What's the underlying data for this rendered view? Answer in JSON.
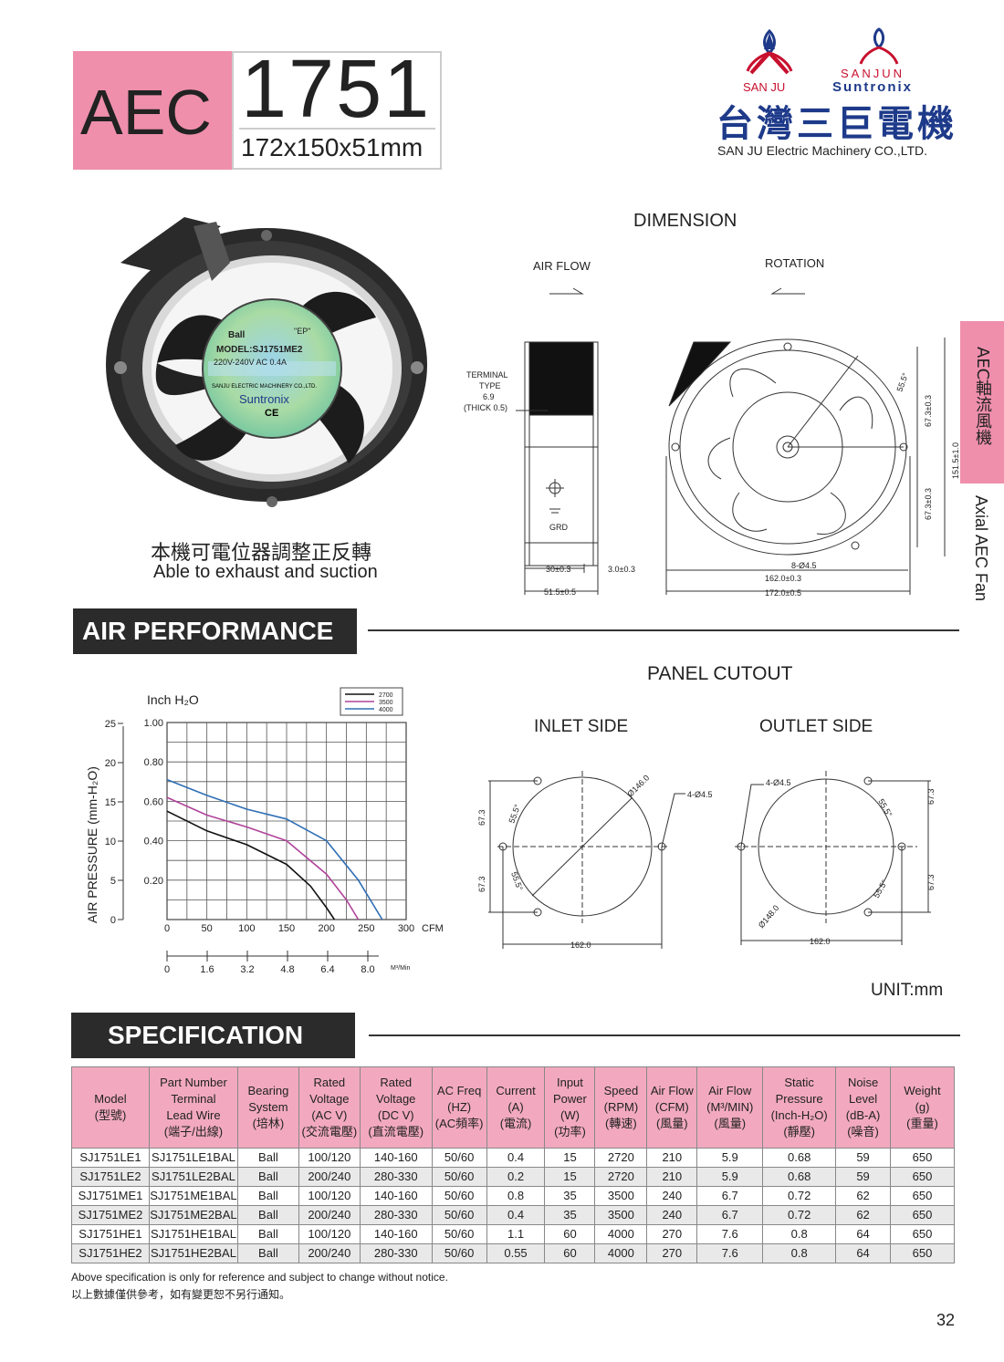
{
  "header": {
    "series": "AEC",
    "model": "1751",
    "dimensions": "172x150x51mm",
    "brand_cn": "台灣三巨電機",
    "brand_en": "SAN JU Electric  Machinery CO.,LTD.",
    "logo_sanju": "SAN JU",
    "logo_sanjun": "SANJUN",
    "logo_suntronix": "Suntronix"
  },
  "side_tab": {
    "cn": "AEC軸流風機",
    "en": "Axial AEC Fan"
  },
  "product": {
    "caption_cn": "本機可電位器調整正反轉",
    "caption_en": "Able to exhaust and suction",
    "label_ball": "Ball",
    "label_ep": "\"EP\"",
    "label_model": "MODEL:SJ1751ME2",
    "label_rating": "220V-240V   AC   0.4A",
    "label_company": "SANJU ELECTRIC MACHINERY CO.,LTD.",
    "label_brand": "Suntronix"
  },
  "dimension": {
    "title": "DIMENSION",
    "airflow": "AIR FLOW",
    "rotation": "ROTATION",
    "terminal": [
      "TERMINAL",
      "TYPE",
      "6.9",
      "(THICK 0.5)"
    ],
    "grd": "GRD",
    "side_dims": [
      "30±0.3",
      "3.0±0.3",
      "51.5±0.5"
    ],
    "front_dims": [
      "55.5°",
      "67.3±0.3",
      "67.3±0.3",
      "151.5±1.0",
      "8-Ø4.5",
      "162.0±0.3",
      "172.0±0.5"
    ]
  },
  "air_performance": {
    "title": "AIR PERFORMANCE"
  },
  "panel_cutout": {
    "title": "PANEL CUTOUT",
    "inlet": "INLET SIDE",
    "outlet": "OUTLET SIDE",
    "inlet_dims": [
      "Ø146.0",
      "4-Ø4.5",
      "55.5°",
      "55.5°",
      "67.3",
      "67.3",
      "162.0"
    ],
    "outlet_dims": [
      "4-Ø4.5",
      "55.5°",
      "55.5°",
      "67.3",
      "67.3",
      "Ø148.0",
      "162.0"
    ],
    "unit": "UNIT:mm"
  },
  "chart_data": {
    "type": "line",
    "ylabel": "AIR PRESSURE   (mm-H₂O)",
    "ylabel2": "Inch H₂O",
    "xlabel": "CFM",
    "xlabel2": "M³/Min",
    "xlim": [
      0,
      300
    ],
    "ylim": [
      0,
      1.0
    ],
    "x_ticks": [
      0,
      50,
      100,
      150,
      200,
      250,
      300
    ],
    "x2_ticks": [
      "0",
      "1.6",
      "3.2",
      "4.8",
      "6.4",
      "8.0"
    ],
    "y_ticks_inch": [
      "0.20",
      "0.40",
      "0.60",
      "0.80",
      "1.00"
    ],
    "y_ticks_mm": [
      "0",
      "5",
      "10",
      "15",
      "20",
      "25"
    ],
    "grid": true,
    "legend_position": "top-right",
    "series": [
      {
        "name": "2700",
        "color": "#111111",
        "x": [
          0,
          50,
          100,
          150,
          180,
          200,
          210
        ],
        "y": [
          0.55,
          0.45,
          0.38,
          0.28,
          0.17,
          0.06,
          0.0
        ]
      },
      {
        "name": "3500",
        "color": "#b0439a",
        "x": [
          0,
          50,
          100,
          150,
          200,
          225,
          240
        ],
        "y": [
          0.62,
          0.53,
          0.47,
          0.4,
          0.23,
          0.1,
          0.0
        ]
      },
      {
        "name": "4000",
        "color": "#2f6fb5",
        "x": [
          0,
          50,
          100,
          150,
          200,
          240,
          270
        ],
        "y": [
          0.71,
          0.63,
          0.56,
          0.51,
          0.4,
          0.2,
          0.0
        ]
      }
    ]
  },
  "specification": {
    "title": "SPECIFICATION",
    "headers": [
      [
        "Model",
        "(型號)"
      ],
      [
        "Part Number",
        "Terminal",
        "Lead Wire",
        "(端子/出線)"
      ],
      [
        "Bearing",
        "System",
        "(培林)"
      ],
      [
        "Rated",
        "Voltage",
        "(AC V)",
        "(交流電壓)"
      ],
      [
        "Rated",
        "Voltage",
        "(DC V)",
        "(直流電壓)"
      ],
      [
        "AC Freq",
        "(HZ)",
        "(AC頻率)"
      ],
      [
        "Current",
        "(A)",
        "(電流)"
      ],
      [
        "Input",
        "Power",
        "(W)",
        "(功率)"
      ],
      [
        "Speed",
        "(RPM)",
        "(轉速)"
      ],
      [
        "Air Flow",
        "(CFM)",
        "(風量)"
      ],
      [
        "Air Flow",
        "(M³/MIN)",
        "(風量)"
      ],
      [
        "Static",
        "Pressure",
        "(Inch-H₂O)",
        "(靜壓)"
      ],
      [
        "Noise",
        "Level",
        "(dB-A)",
        "(噪音)"
      ],
      [
        "Weight",
        "(g)",
        "(重量)"
      ]
    ],
    "rows": [
      [
        "SJ1751LE1",
        "SJ1751LE1BAL",
        "Ball",
        "100/120",
        "140-160",
        "50/60",
        "0.4",
        "15",
        "2720",
        "210",
        "5.9",
        "0.68",
        "59",
        "650"
      ],
      [
        "SJ1751LE2",
        "SJ1751LE2BAL",
        "Ball",
        "200/240",
        "280-330",
        "50/60",
        "0.2",
        "15",
        "2720",
        "210",
        "5.9",
        "0.68",
        "59",
        "650"
      ],
      [
        "SJ1751ME1",
        "SJ1751ME1BAL",
        "Ball",
        "100/120",
        "140-160",
        "50/60",
        "0.8",
        "35",
        "3500",
        "240",
        "6.7",
        "0.72",
        "62",
        "650"
      ],
      [
        "SJ1751ME2",
        "SJ1751ME2BAL",
        "Ball",
        "200/240",
        "280-330",
        "50/60",
        "0.4",
        "35",
        "3500",
        "240",
        "6.7",
        "0.72",
        "62",
        "650"
      ],
      [
        "SJ1751HE1",
        "SJ1751HE1BAL",
        "Ball",
        "100/120",
        "140-160",
        "50/60",
        "1.1",
        "60",
        "4000",
        "270",
        "7.6",
        "0.8",
        "64",
        "650"
      ],
      [
        "SJ1751HE2",
        "SJ1751HE2BAL",
        "Ball",
        "200/240",
        "280-330",
        "50/60",
        "0.55",
        "60",
        "4000",
        "270",
        "7.6",
        "0.8",
        "64",
        "650"
      ]
    ],
    "note_en": "Above  specification  is  only for reference and subject to change without notice.",
    "note_cn": "以上數據僅供參考，如有變更恕不另行通知。"
  },
  "page_number": "32",
  "colors": {
    "accent_pink": "#ef8fac",
    "table_header": "#f2a9c0",
    "brand_blue": "#1e3a8a",
    "brand_red": "#c8102e",
    "bar_dark": "#2b2b2b"
  }
}
